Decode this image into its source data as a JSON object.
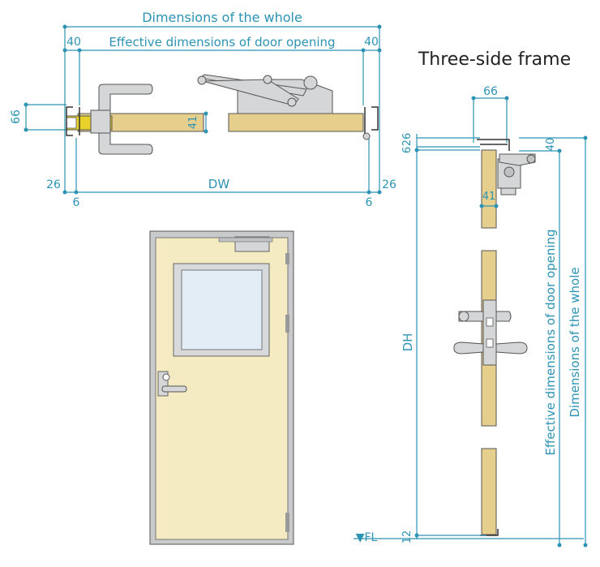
{
  "title": "Three-side frame",
  "top_plan": {
    "overall_label": "Dimensions of the whole",
    "opening_label": "Effective dimensions of door opening",
    "left_40": "40",
    "right_40": "40",
    "height_66": "66",
    "leaf_41": "41",
    "left_26": "26",
    "right_26": "26",
    "width_label": "DW",
    "left_6": "6",
    "right_6": "6"
  },
  "side_section": {
    "frame_66": "66",
    "top_26": "26",
    "top_6": "6",
    "frame_40": "40",
    "leaf_41": "41",
    "height_label": "DH",
    "bottom_12": "12",
    "floor_label": "▼FL",
    "opening_height_label": "Effective dimensions of door opening",
    "overall_height_label": "Dimensions of the whole"
  },
  "colors": {
    "dimension": "#2c93b4",
    "door_leaf": "#f4ebc2",
    "wood_core": "#e6cf8c",
    "metal": "#d4d6d8",
    "glass": "#e3edf6"
  }
}
